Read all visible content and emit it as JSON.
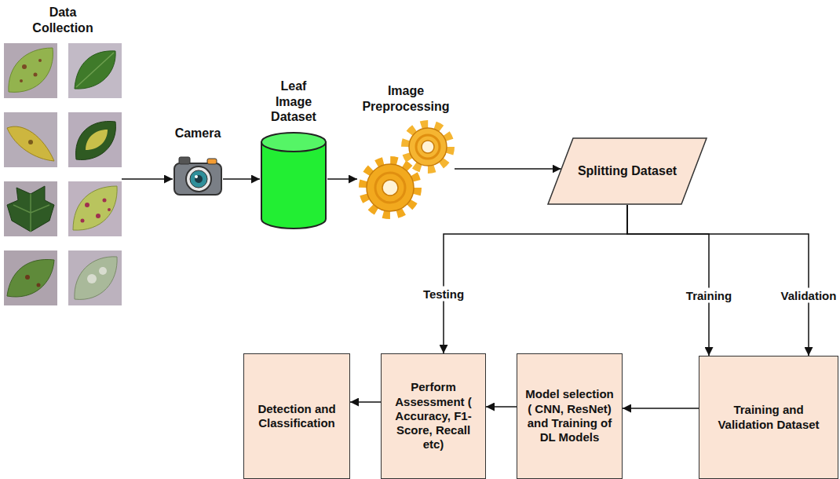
{
  "diagram": {
    "nodes": [
      {
        "text": [
          "Data Collection"
        ]
      },
      {
        "text": [
          "Camera"
        ]
      },
      {
        "text": [
          "Leaf Image Dataset"
        ]
      },
      {
        "text": [
          "Image Preprocessing"
        ]
      },
      {
        "text": [
          "Splitting Dataset"
        ]
      },
      {
        "text": [
          "Training and Validation Dataset"
        ]
      },
      {
        "text": [
          "Model selection ( CNN, ResNet) and Training of DL Models"
        ]
      },
      {
        "text": [
          "Perform Assessment ( Accuracy, F1-Score, Recall etc)"
        ]
      },
      {
        "text": [
          "Detection and Classification"
        ]
      }
    ],
    "edges": [
      {
        "from": 0,
        "to": 1,
        "arrow": "to"
      },
      {
        "from": 1,
        "to": 2,
        "arrow": "to"
      },
      {
        "from": 2,
        "to": 3,
        "arrow": "to"
      },
      {
        "from": 3,
        "to": 4,
        "arrow": "to"
      },
      {
        "from": 4,
        "to": 7,
        "label": "Testing",
        "arrow": "to"
      },
      {
        "from": 4,
        "to": 5,
        "label": "Training",
        "arrow": "to"
      },
      {
        "from": 4,
        "to": 5,
        "label": "Validation",
        "arrow": "to"
      },
      {
        "from": 5,
        "to": 6,
        "arrow": "to"
      },
      {
        "from": 6,
        "to": 7,
        "arrow": "to"
      },
      {
        "from": 7,
        "to": 8,
        "arrow": "to"
      }
    ]
  }
}
